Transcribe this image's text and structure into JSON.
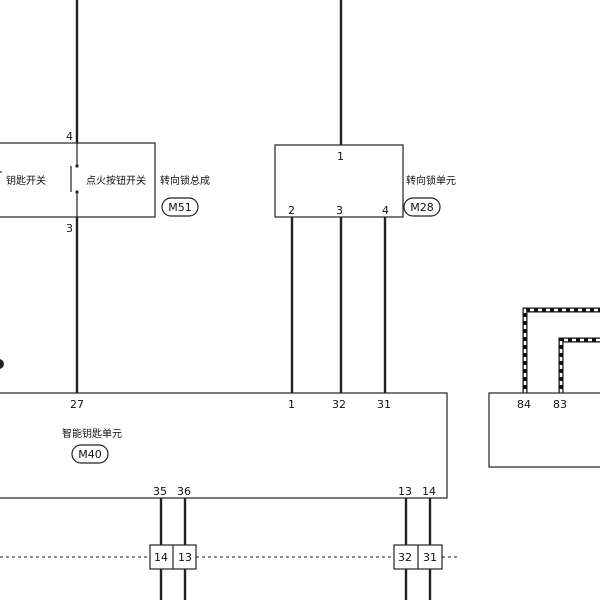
{
  "components": {
    "key_switch": {
      "label": "钥匙开关"
    },
    "ignition_button_switch": {
      "label": "点火按钮开关"
    },
    "steering_lock_assembly": {
      "label": "转向锁总成",
      "code": "M51",
      "pins": [
        "4",
        "3"
      ]
    },
    "steering_lock_unit": {
      "label": "转向锁单元",
      "code": "M28",
      "pins": [
        "1",
        "2",
        "3",
        "4"
      ]
    },
    "smart_key_unit": {
      "label": "智能钥匙单元",
      "code": "M40",
      "pins_top": [
        "27",
        "1",
        "32",
        "31"
      ],
      "pins_bottom": [
        "35",
        "36",
        "13",
        "14"
      ]
    },
    "right_module": {
      "pins": [
        "84",
        "83"
      ]
    }
  },
  "connectors": {
    "left": [
      "14",
      "13"
    ],
    "right": [
      "32",
      "31"
    ]
  }
}
